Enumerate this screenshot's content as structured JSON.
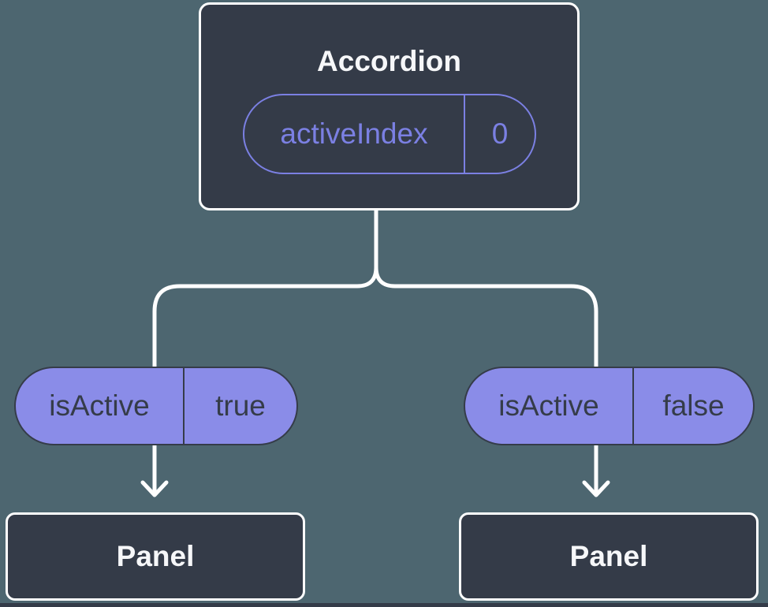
{
  "colors": {
    "background": "#4d6670",
    "node_fill": "#343b48",
    "node_border": "#ffffff",
    "node_text": "#f6f7f9",
    "pill_fill": "#8a8ce8",
    "pill_ink": "#353c49",
    "accent": "#7b80e3",
    "connector": "#ffffff"
  },
  "diagram": {
    "root": {
      "title": "Accordion",
      "prop": {
        "name": "activeIndex",
        "value": "0"
      }
    },
    "children": [
      {
        "prop": {
          "name": "isActive",
          "value": "true"
        },
        "label": "Panel"
      },
      {
        "prop": {
          "name": "isActive",
          "value": "false"
        },
        "label": "Panel"
      }
    ]
  }
}
